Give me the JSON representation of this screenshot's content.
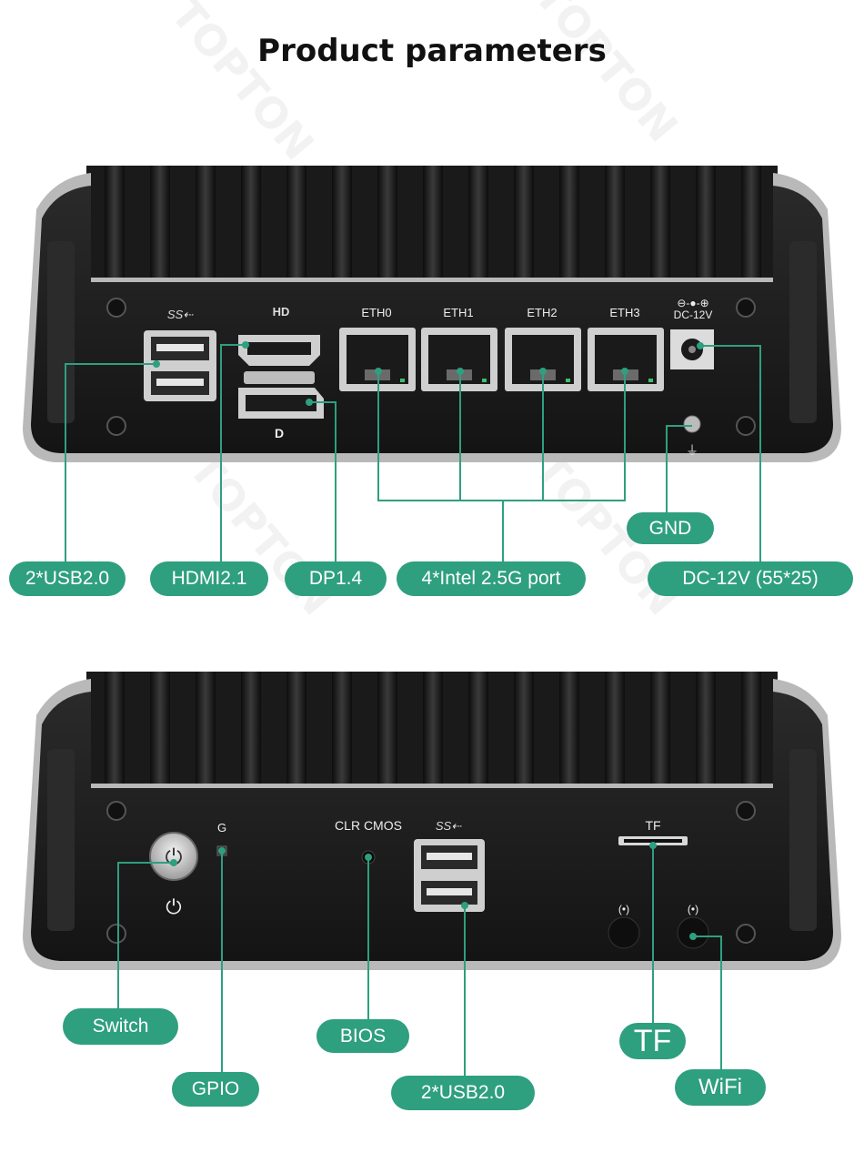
{
  "title": "Product parameters",
  "watermark": "TOPTON",
  "accent_color": "#2e9f7f",
  "top_panel": {
    "port_labels": {
      "usb_logo": "SS⇠",
      "hdmi_logo": "HD",
      "dp_logo": "D",
      "eth0": "ETH0",
      "eth1": "ETH1",
      "eth2": "ETH2",
      "eth3": "ETH3",
      "dc": "DC-12V"
    },
    "callouts": {
      "usb": "2*USB2.0",
      "hdmi": "HDMI2.1",
      "dp": "DP1.4",
      "lan": "4*Intel 2.5G port",
      "gnd": "GND",
      "dc": "DC-12V (55*25)"
    }
  },
  "bottom_panel": {
    "port_labels": {
      "clr_cmos": "CLR CMOS",
      "usb_logo": "SS⇠",
      "tf": "TF"
    },
    "callouts": {
      "switch": "Switch",
      "gpio": "GPIO",
      "bios": "BIOS",
      "usb": "2*USB2.0",
      "tf": "TF",
      "wifi": "WiFi"
    }
  }
}
